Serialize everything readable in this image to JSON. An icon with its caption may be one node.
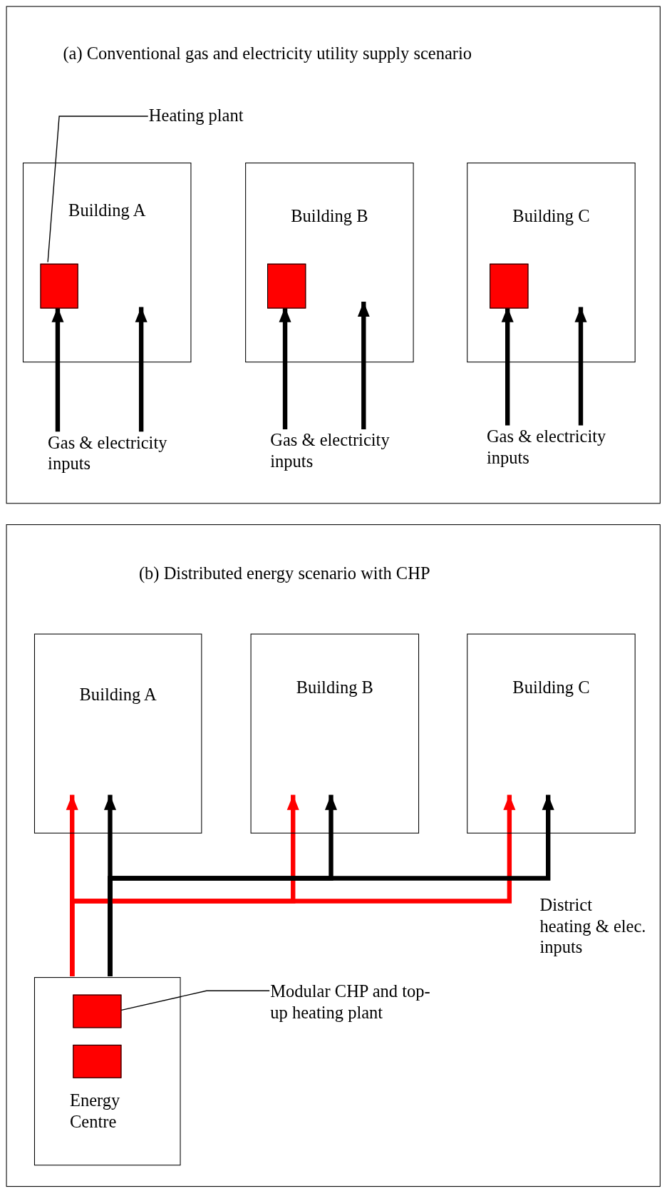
{
  "diagram": {
    "nodes": [
      {
        "text": [
          "(a) Conventional gas and electricity utility supply scenario"
        ]
      },
      {
        "text": [
          "Building A"
        ],
        "in": 0
      },
      {
        "text": [],
        "shape": "box",
        "in": 1
      },
      {
        "text": [
          "Building B"
        ],
        "in": 0
      },
      {
        "text": [],
        "shape": "box",
        "in": 3
      },
      {
        "text": [
          "Building C"
        ],
        "in": 0
      },
      {
        "text": [],
        "shape": "box",
        "in": 5
      },
      {
        "text": [
          "Heating plant"
        ],
        "in": 0
      },
      {
        "text": [
          "Gas & electricity inputs"
        ],
        "in": 0
      },
      {
        "text": [
          "Gas & electricity inputs"
        ],
        "in": 0
      },
      {
        "text": [
          "Gas & electricity inputs"
        ],
        "in": 0
      },
      {
        "text": [
          "(b) Distributed energy scenario with CHP"
        ]
      },
      {
        "text": [
          "Building A"
        ],
        "in": 11
      },
      {
        "text": [
          "Building B"
        ],
        "in": 11
      },
      {
        "text": [
          "Building C"
        ],
        "in": 11
      },
      {
        "text": [
          "Energy Centre"
        ],
        "in": 11
      },
      {
        "text": [],
        "shape": "box",
        "in": 15
      },
      {
        "text": [],
        "shape": "box",
        "in": 15
      },
      {
        "text": [
          "Modular CHP and top-up heating plant"
        ],
        "in": 11
      }
    ],
    "edges": [
      {
        "from": 7,
        "to": 2,
        "arrow": "none"
      },
      {
        "from": 8,
        "to": 2,
        "arrow": "to"
      },
      {
        "from": 8,
        "to": 1,
        "arrow": "to"
      },
      {
        "from": 9,
        "to": 4,
        "arrow": "to"
      },
      {
        "from": 9,
        "to": 3,
        "arrow": "to"
      },
      {
        "from": 10,
        "to": 6,
        "arrow": "to"
      },
      {
        "from": 10,
        "to": 5,
        "arrow": "to"
      },
      {
        "from": 15,
        "to": 12,
        "arrow": "to",
        "color": "#ff0000"
      },
      {
        "from": 15,
        "to": 12,
        "arrow": "to"
      },
      {
        "from": 15,
        "to": 13,
        "arrow": "to",
        "color": "#ff0000"
      },
      {
        "from": 15,
        "to": 13,
        "arrow": "to"
      },
      {
        "from": 15,
        "to": 14,
        "arrow": "to",
        "color": "#ff0000"
      },
      {
        "from": 15,
        "to": 14,
        "arrow": "to"
      },
      {
        "from": 18,
        "to": 16,
        "arrow": "none"
      }
    ],
    "labels": [
      "District heating & elec. inputs"
    ]
  }
}
